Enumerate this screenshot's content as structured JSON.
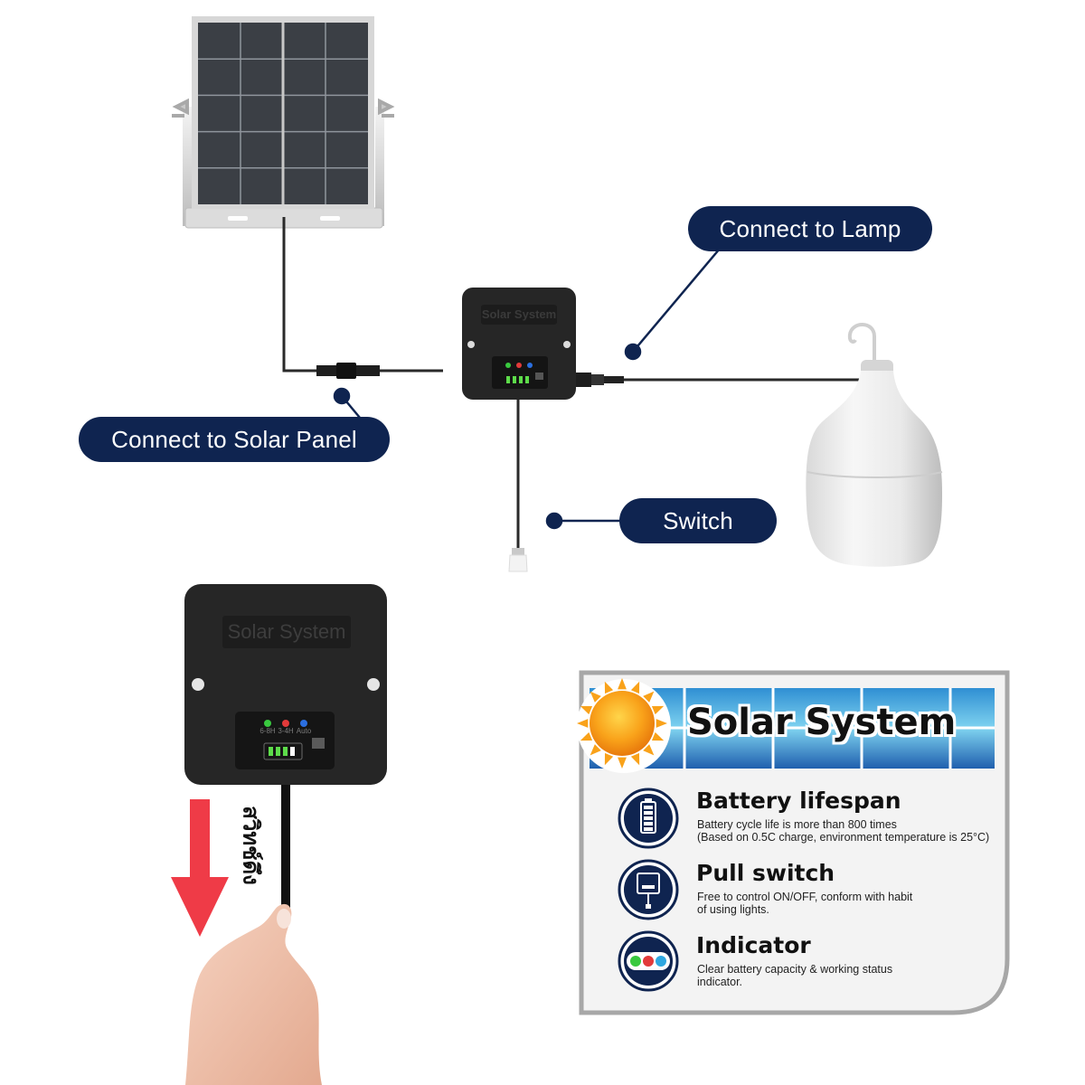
{
  "labels": {
    "connect_lamp": "Connect to Lamp",
    "connect_solar": "Connect to Solar Panel",
    "switch": "Switch"
  },
  "controller": {
    "brand": "Solar System",
    "modes": [
      "6-8H",
      "3-4H",
      "Auto"
    ]
  },
  "pull_text": "สวิทช์ดึง",
  "panel": {
    "title": "Solar System",
    "features": [
      {
        "icon": "battery-icon",
        "title": "Battery lifespan",
        "description": "Battery cycle life is more than 800 times\n(Based on 0.5C charge, environment temperature is 25°C)"
      },
      {
        "icon": "pull-switch-icon",
        "title": "Pull switch",
        "description": "Free to control ON/OFF, conform with habit\nof using lights."
      },
      {
        "icon": "indicator-icon",
        "title": "Indicator",
        "description": "Clear battery capacity & working status\nindicator."
      }
    ]
  },
  "colors": {
    "navy": "#0f2450",
    "arrow_red": "#ef3b47",
    "led_green": "#39c93f",
    "led_red": "#e23a3a",
    "led_blue": "#2b6fe0"
  }
}
